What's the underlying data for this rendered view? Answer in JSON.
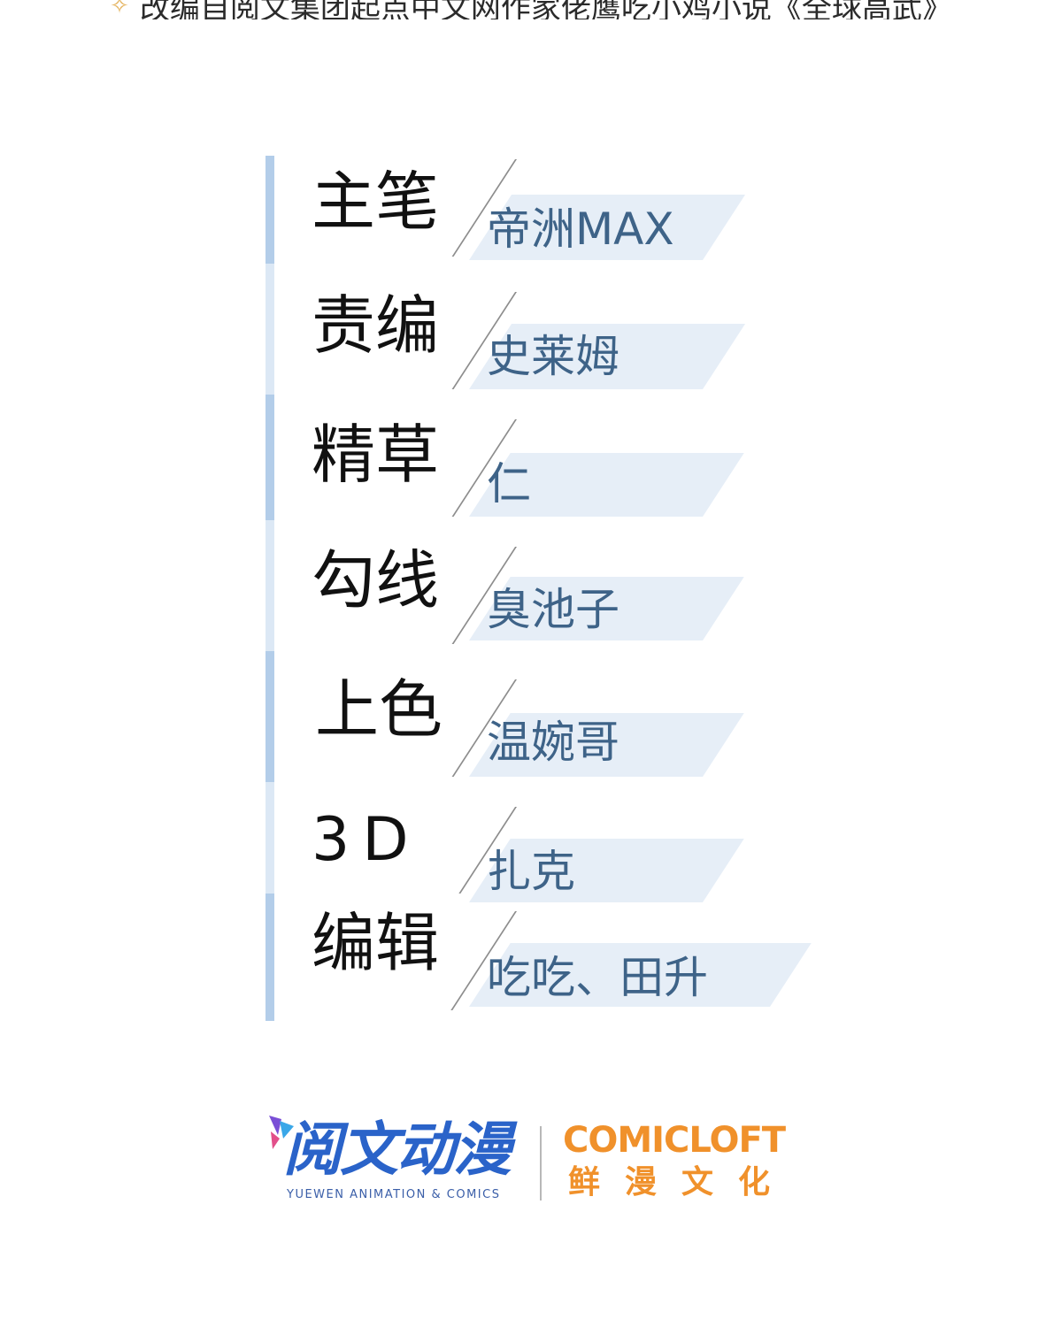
{
  "header": {
    "caption": "改编自阅文集团起点中文网作家佬鹰吃小鸡小说《全球高武》"
  },
  "credits": [
    {
      "role": "主笔",
      "name": "帝洲MAX"
    },
    {
      "role": "责编",
      "name": "史莱姆"
    },
    {
      "role": "精草",
      "name": "仁"
    },
    {
      "role": "勾线",
      "name": "臭池子"
    },
    {
      "role": "上色",
      "name": "温婉哥"
    },
    {
      "role": "3D",
      "name": "扎克"
    },
    {
      "role": "编辑",
      "name": "吃吃、田升"
    }
  ],
  "logos": {
    "yuewen": {
      "name": "阅文动漫",
      "subtitle": "YUEWEN ANIMATION & COMICS"
    },
    "comicloft": {
      "name": "COMICLOFT",
      "subtitle": "鲜漫文化"
    }
  },
  "colors": {
    "role_text": "#111111",
    "name_text": "#3e6388",
    "name_background": "#e6eef7",
    "bar_light": "#dce8f5",
    "bar_dark": "#b3cde9",
    "yuewen_blue": "#2a63c9",
    "comicloft_orange": "#f0912b"
  }
}
